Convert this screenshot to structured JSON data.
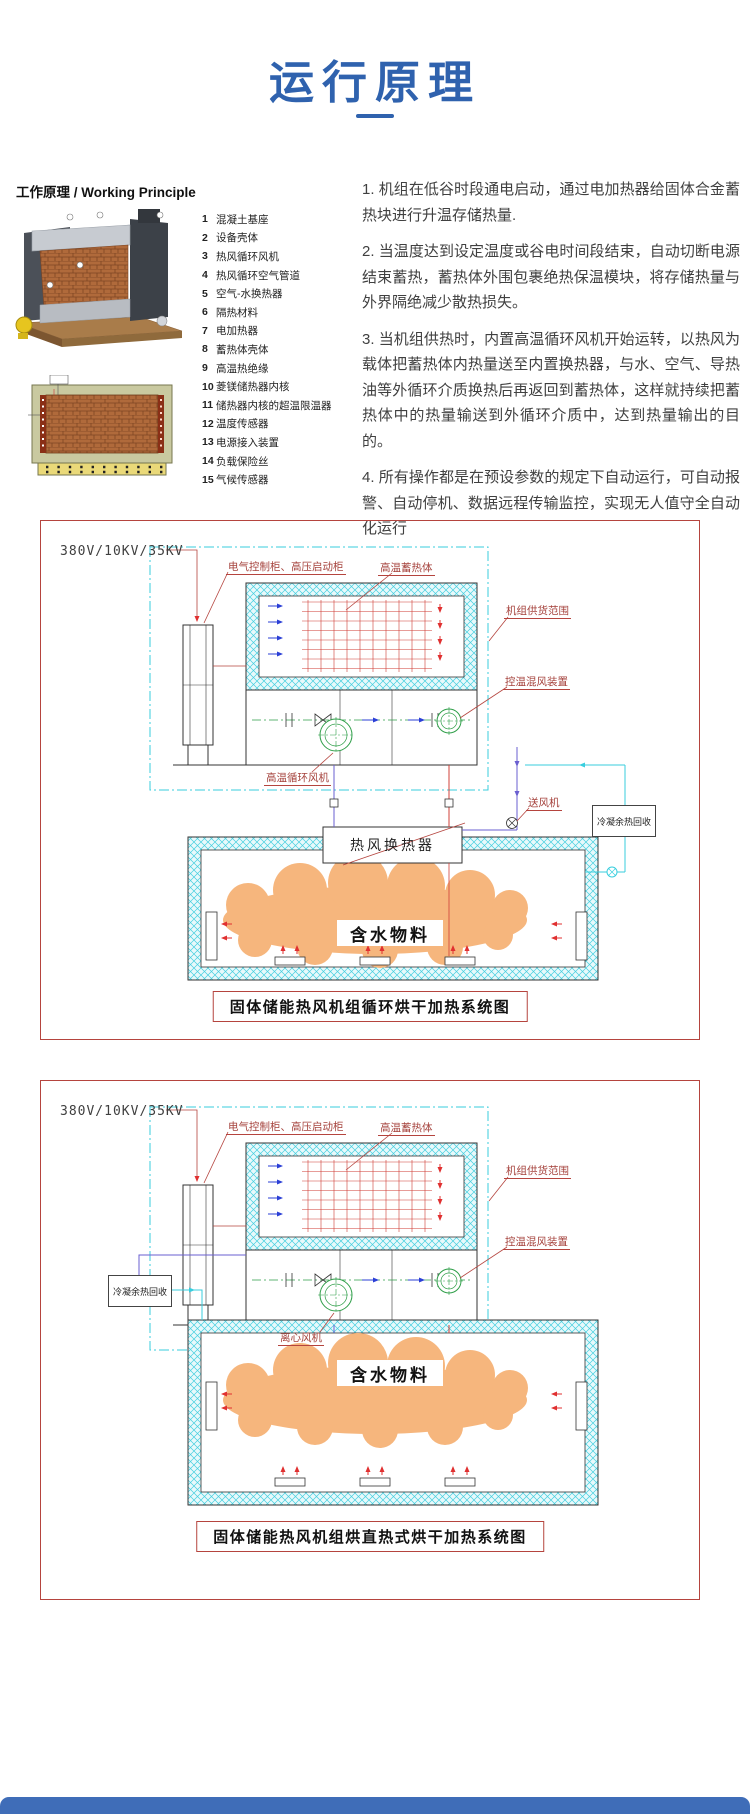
{
  "page": {
    "title": "运行原理"
  },
  "colors": {
    "accent_blue": "#2f62ae",
    "diagram_border_red": "#b5443e",
    "boundary_cyan": "#38cede",
    "label_red": "#a5423c",
    "cloud_orange": "#f6b67d",
    "pump_green": "#2e9e48",
    "footer_blue": "#3f6db8"
  },
  "working_principle": {
    "heading": "工作原理 / Working Principle",
    "parts": [
      {
        "num": "1",
        "label": "混凝土基座"
      },
      {
        "num": "2",
        "label": "设备壳体"
      },
      {
        "num": "3",
        "label": "热风循环风机"
      },
      {
        "num": "4",
        "label": "热风循环空气管道"
      },
      {
        "num": "5",
        "label": "空气-水换热器"
      },
      {
        "num": "6",
        "label": "隔热材料"
      },
      {
        "num": "7",
        "label": "电加热器"
      },
      {
        "num": "8",
        "label": "蓄热体壳体"
      },
      {
        "num": "9",
        "label": "高温热绝缘"
      },
      {
        "num": "10",
        "label": "菱镁储热器内核"
      },
      {
        "num": "11",
        "label": "储热器内核的超温限温器"
      },
      {
        "num": "12",
        "label": "温度传感器"
      },
      {
        "num": "13",
        "label": "电源接入装置"
      },
      {
        "num": "14",
        "label": "负载保险丝"
      },
      {
        "num": "15",
        "label": "气候传感器"
      }
    ],
    "paragraphs": [
      "1. 机组在低谷时段通电启动，通过电加热器给固体合金蓄热块进行升温存储热量.",
      "2. 当温度达到设定温度或谷电时间段结束，自动切断电源结束蓄热，蓄热体外围包裹绝热保温模块，将存储热量与外界隔绝减少散热损失。",
      "3. 当机组供热时，内置高温循环风机开始运转，以热风为载体把蓄热体内热量送至内置换热器，与水、空气、导热油等外循环介质换热后再返回到蓄热体，这样就持续把蓄热体中的热量输送到外循环介质中，达到热量输出的目的。",
      "4. 所有操作都是在预设参数的规定下自动运行，可自动报警、自动停机、数据远程传输监控，实现无人值守全自动化运行"
    ]
  },
  "diagram1": {
    "voltage": "380V/10KV/35KV",
    "labels": {
      "control_cabinet": "电气控制柜、高压启动柜",
      "thermal_storage": "高温蓄热体",
      "supply_scope": "机组供货范围",
      "mixing_device": "控温混风装置",
      "circulation_fan": "高温循环风机",
      "supply_fan": "送风机",
      "condensate_recovery": "冷凝余热回收",
      "heat_exchanger": "热风换热器",
      "wet_material": "含水物料"
    },
    "caption": "固体储能热风机组循环烘干加热系统图"
  },
  "diagram2": {
    "voltage": "380V/10KV/35KV",
    "labels": {
      "control_cabinet": "电气控制柜、高压启动柜",
      "thermal_storage": "高温蓄热体",
      "supply_scope": "机组供货范围",
      "mixing_device": "控温混风装置",
      "centrifugal_fan": "离心风机",
      "condensate_recovery": "冷凝余热回收",
      "wet_material": "含水物料"
    },
    "caption": "固体储能热风机组烘直热式烘干加热系统图"
  }
}
